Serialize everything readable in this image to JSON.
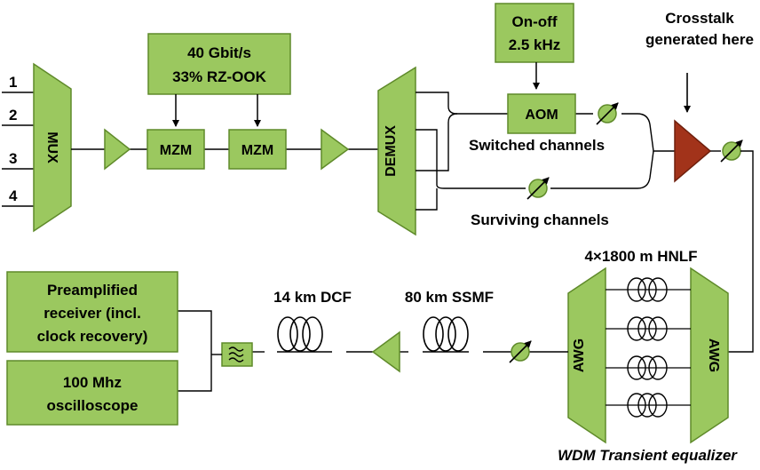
{
  "colors": {
    "block_fill": "#9bc85f",
    "block_stroke": "#5f8a2a",
    "amp_red": "#a2331a",
    "line": "#000000"
  },
  "mux": {
    "label": "MUX",
    "inputs": [
      "1",
      "2",
      "3",
      "4"
    ]
  },
  "modulation": {
    "line1": "40 Gbit/s",
    "line2": "33% RZ-OOK"
  },
  "mzm1": {
    "label": "MZM"
  },
  "mzm2": {
    "label": "MZM"
  },
  "demux": {
    "label": "DEMUX"
  },
  "onoff": {
    "line1": "On-off",
    "line2": "2.5 kHz"
  },
  "aom": {
    "label": "AOM"
  },
  "switched": {
    "label": "Switched channels"
  },
  "surviving": {
    "label": "Surviving channels"
  },
  "crosstalk": {
    "line1": "Crosstalk",
    "line2": "generated here"
  },
  "hnlf": {
    "label": "4×1800 m HNLF"
  },
  "awg_left": {
    "label": "AWG"
  },
  "awg_right": {
    "label": "AWG"
  },
  "equalizer": {
    "label": "WDM Transient equalizer"
  },
  "ssmf": {
    "label": "80 km SSMF"
  },
  "dcf": {
    "label": "14 km DCF"
  },
  "receiver": {
    "line1": "Preamplified",
    "line2": "receiver (incl.",
    "line3": "clock recovery)"
  },
  "scope": {
    "line1": "100 Mhz",
    "line2": "oscilloscope"
  },
  "filter": {
    "icon": "bandpass-filter-icon"
  }
}
